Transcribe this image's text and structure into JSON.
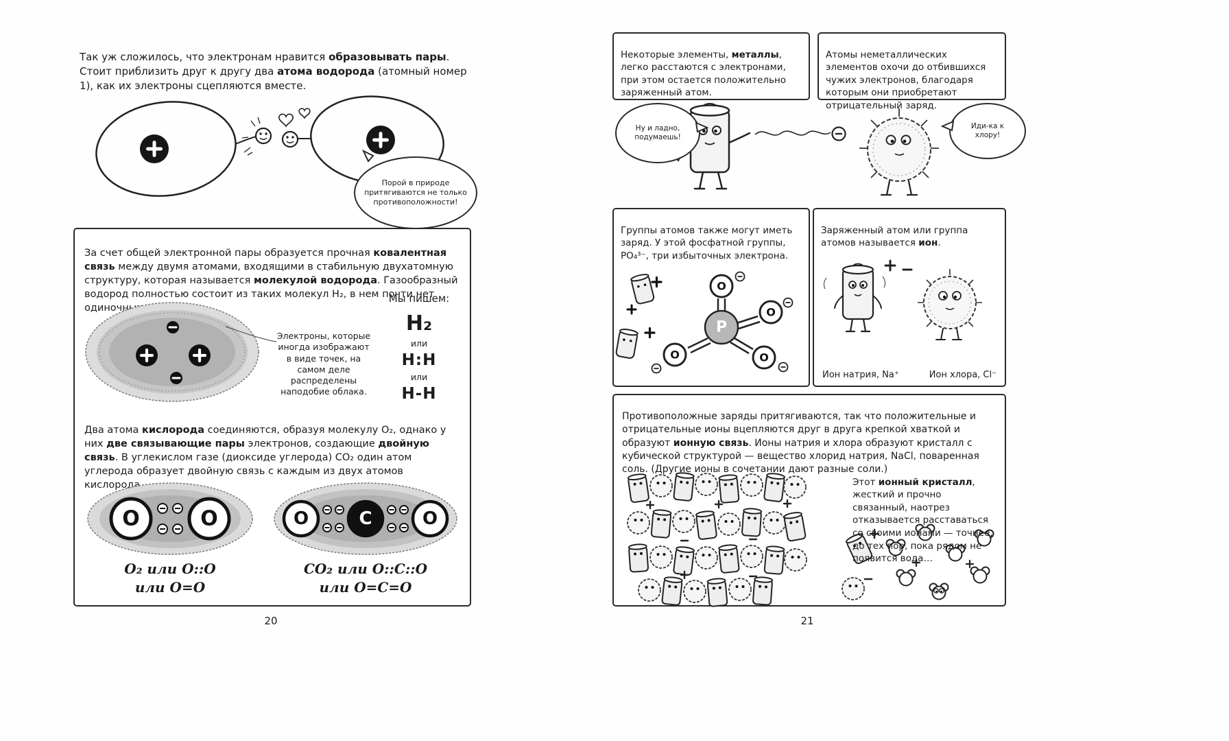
{
  "glyphs": {
    "oxygen": "O",
    "carbon": "C",
    "phosphorus": "P"
  },
  "left_page": {
    "number": "20",
    "intro": [
      {
        "t": "Так уж сложилось, что электронам нравится "
      },
      {
        "t": "образовывать пары",
        "b": true
      },
      {
        "t": ". Стоит приблизить друг к другу два "
      },
      {
        "t": "атома водорода",
        "b": true
      },
      {
        "t": " (атомный номер 1), как их электроны сцепляются вместе."
      }
    ],
    "opposites_bubble": "Порой в природе притягиваются не только противоположности!",
    "covalent_box": {
      "para1": [
        {
          "t": "За счет общей электронной пары образуется прочная "
        },
        {
          "t": "ковалентная связь",
          "b": true
        },
        {
          "t": " между двумя атомами, входящими в стабильную двухатомную структуру, которая называется "
        },
        {
          "t": "молекулой водорода",
          "b": true
        },
        {
          "t": ". Газообразный водород полностью состоит из таких молекул H₂, в нем почти нет одиночных атомов."
        }
      ],
      "we_write": "Мы пишем:",
      "formulas": {
        "h2": "H₂",
        "or1": "или",
        "hh_dots": "H:H",
        "or2": "или",
        "hh_dash": "H-H"
      },
      "electron_note": "Электроны, которые иногда изображают в виде точек, на самом деле распределены наподобие облака.",
      "para2": [
        {
          "t": "Два атома "
        },
        {
          "t": "кислорода",
          "b": true
        },
        {
          "t": " соединяются, образуя молекулу O₂, однако у них "
        },
        {
          "t": "две связывающие пары",
          "b": true
        },
        {
          "t": " электронов, создающие "
        },
        {
          "t": "двойную связь",
          "b": true
        },
        {
          "t": ". В углекислом газе (диоксиде углерода) CO₂ один атом углерода образует двойную связь с каждым из двух атомов кислорода."
        }
      ],
      "o2_caption_line1": "O₂ или O::O",
      "o2_caption_line2": "или O=O",
      "co2_caption_line1": "CO₂ или O::C::O",
      "co2_caption_line2": "или O=C=O"
    }
  },
  "right_page": {
    "number": "21",
    "metals_box": [
      {
        "t": "Некоторые элементы, "
      },
      {
        "t": "металлы",
        "b": true
      },
      {
        "t": ", легко расстаются с электронами, при этом остается положительно заряженный атом."
      }
    ],
    "nonmetals_box": [
      {
        "t": "Атомы неметаллических элементов охочи до отбившихся чужих электронов, благодаря которым они приобретают отрицательный заряд."
      }
    ],
    "sodium_bubble": "Ну и ладно, подумаешь!",
    "chlorine_bubble": "Иди-ка к хлору!",
    "charged_groups_box": {
      "text": [
        {
          "t": "Группы атомов также могут иметь заряд. У этой фосфатной группы, PO₄³⁻, три избыточных электрона."
        }
      ]
    },
    "ion_box": {
      "text": [
        {
          "t": "Заряженный атом или группа атомов называется "
        },
        {
          "t": "ион",
          "b": true
        },
        {
          "t": "."
        }
      ],
      "sodium_caption": "Ион натрия, Na⁺",
      "chloride_caption": "Ион хлора, Cl⁻"
    },
    "ionic_bond_box": {
      "para": [
        {
          "t": "Противоположные заряды притягиваются, так что положительные и отрицательные ионы вцепляются друг в друга крепкой хваткой и образуют "
        },
        {
          "t": "ионную связь",
          "b": true
        },
        {
          "t": ". Ионы натрия и хлора образуют кристалл с кубической структурой — вещество хлорид натрия, NaCl, поваренная соль. (Другие ионы в сочетании дают разные соли.)"
        }
      ],
      "crystal_note": [
        {
          "t": "Этот "
        },
        {
          "t": "ионный кристалл",
          "b": true
        },
        {
          "t": ", жесткий и прочно связанный, наотрез отказывается расставаться со своими ионами — точнее, до тех пор, пока рядом не появится вода…"
        }
      ]
    }
  }
}
